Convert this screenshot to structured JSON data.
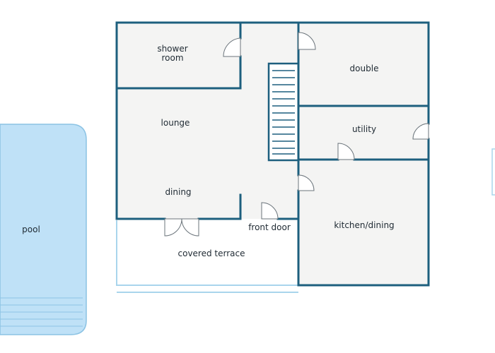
{
  "rooms": {
    "shower_room_line1": "shower",
    "shower_room_line2": "room",
    "double": "double",
    "lounge": "lounge",
    "utility": "utility",
    "dining": "dining",
    "front_door": "front door",
    "kitchen_dining": "kitchen/dining",
    "covered_terrace": "covered terrace",
    "pool": "pool"
  },
  "colors": {
    "wall": "#1d5f7e",
    "floor": "#f4f4f3",
    "pool_fill": "#bfe1f7",
    "pool_edge": "#8cc3e4",
    "terrace_edge": "#a9d5ec",
    "door_line": "#6b747b"
  }
}
